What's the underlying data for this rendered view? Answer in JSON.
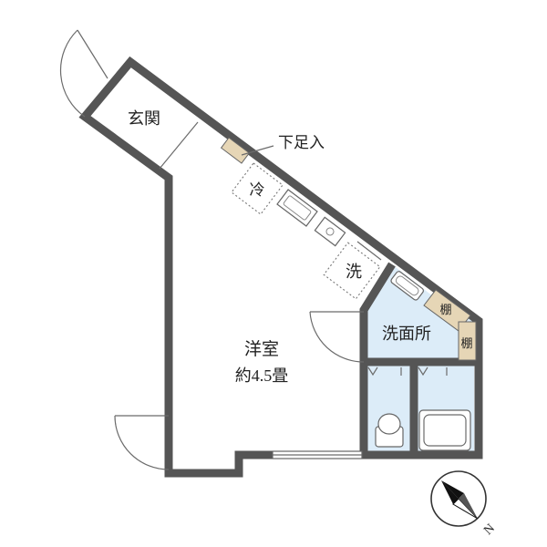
{
  "labels": {
    "entrance": "玄関",
    "shoe_box": "下足入",
    "fridge": "冷",
    "washer": "洗",
    "washroom": "洗面所",
    "shelf_1": "棚",
    "shelf_2": "棚",
    "room_name": "洋室",
    "room_size": "約4.5畳",
    "compass_north": "N"
  },
  "colors": {
    "wall": "#555555",
    "wet_area": "#dcecf8",
    "storage": "#e6d6b6"
  },
  "icons": {
    "compass": "north-arrow-icon"
  }
}
